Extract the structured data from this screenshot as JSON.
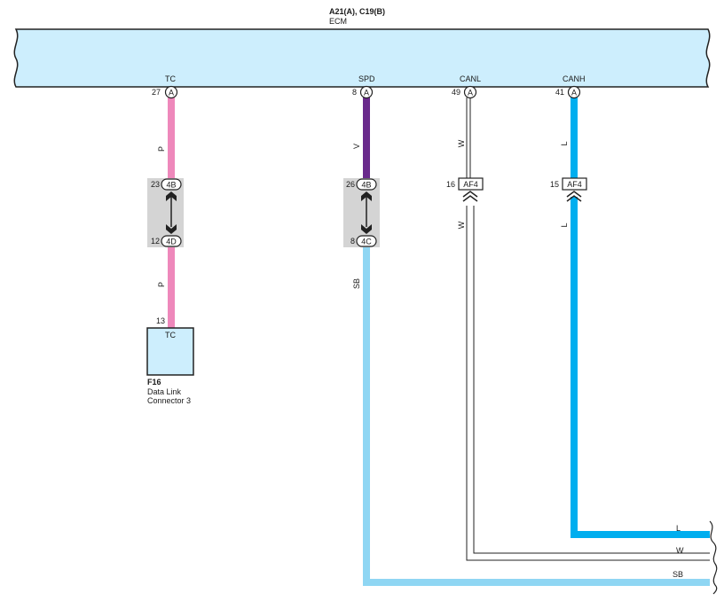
{
  "header": {
    "connectors": "A21(A), C19(B)",
    "component": "ECM"
  },
  "ecm_pins": [
    {
      "name": "TC",
      "number": "27",
      "connector": "A"
    },
    {
      "name": "SPD",
      "number": "8",
      "connector": "A"
    },
    {
      "name": "CANL",
      "number": "49",
      "connector": "A"
    },
    {
      "name": "CANH",
      "number": "41",
      "connector": "A"
    }
  ],
  "wires": {
    "tc_upper": "P",
    "tc_lower": "P",
    "spd_upper": "V",
    "spd_lower": "SB",
    "canl_upper": "W",
    "canl_lower": "W",
    "canh_upper": "L",
    "canh_lower": "L"
  },
  "junctions": {
    "tc_top": {
      "number": "23",
      "connector": "4B"
    },
    "tc_bottom": {
      "number": "12",
      "connector": "4D"
    },
    "spd_top": {
      "number": "26",
      "connector": "4B"
    },
    "spd_bottom": {
      "number": "8",
      "connector": "4C"
    },
    "canl": {
      "number": "16",
      "connector": "AF4"
    },
    "canh": {
      "number": "15",
      "connector": "AF4"
    }
  },
  "dlc": {
    "pin_number": "13",
    "pin_name": "TC",
    "code": "F16",
    "name_line1": "Data Link",
    "name_line2": "Connector 3"
  },
  "exits": {
    "l": "L",
    "w": "W",
    "sb": "SB"
  },
  "colors": {
    "ecm_fill": "#cdeefd",
    "pink": "#ee88bb",
    "violet": "#6a2a8c",
    "skyblue": "#8fd6f3",
    "blue": "#00aeef",
    "gray_box": "#d4d4d4"
  }
}
